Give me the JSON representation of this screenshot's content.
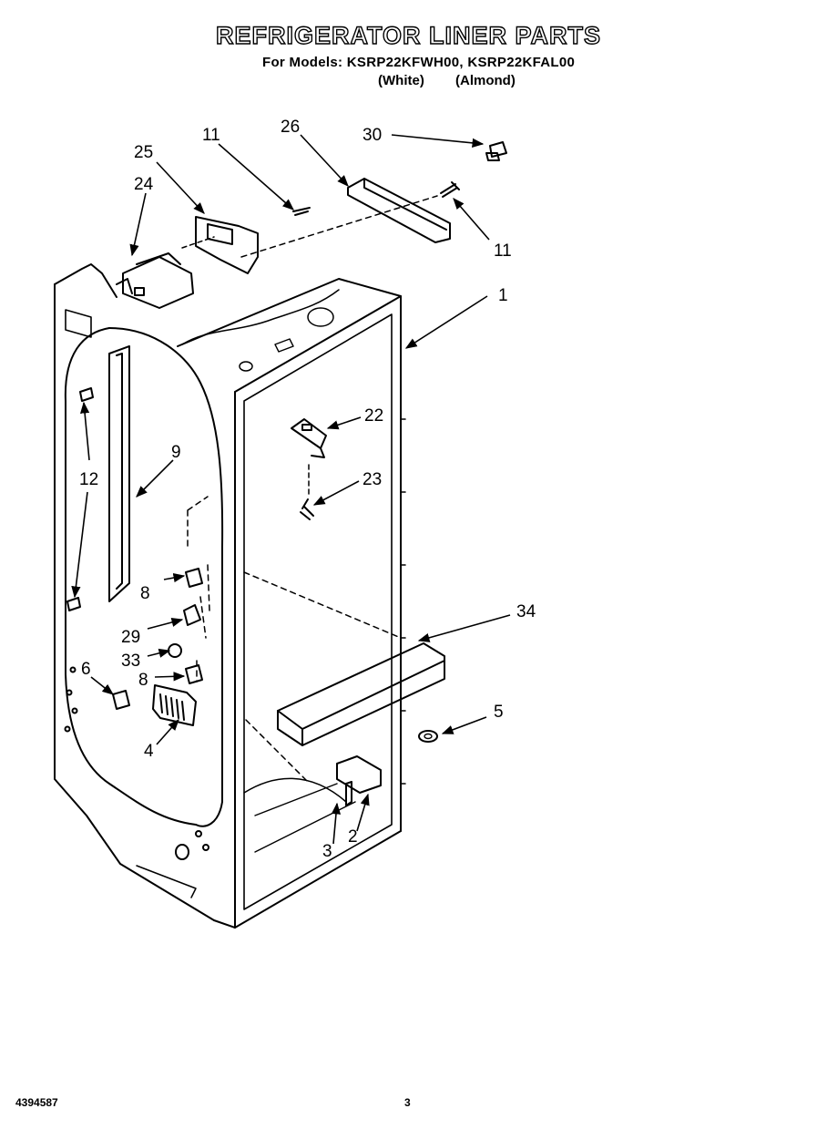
{
  "title": "REFRIGERATOR LINER PARTS",
  "subtitle": "For Models: KSRP22KFWH00, KSRP22KFAL00",
  "variants": {
    "white": "(White)",
    "almond": "(Almond)"
  },
  "footer": {
    "doc_number": "4394587",
    "page_number": "3"
  },
  "callouts": {
    "c1": "1",
    "c2": "2",
    "c3": "3",
    "c4": "4",
    "c5": "5",
    "c6": "6",
    "c8a": "8",
    "c8b": "8",
    "c9": "9",
    "c11a": "11",
    "c11b": "11",
    "c12": "12",
    "c22": "22",
    "c23": "23",
    "c24": "24",
    "c25": "25",
    "c26": "26",
    "c29": "29",
    "c30": "30",
    "c33": "33",
    "c34": "34"
  }
}
